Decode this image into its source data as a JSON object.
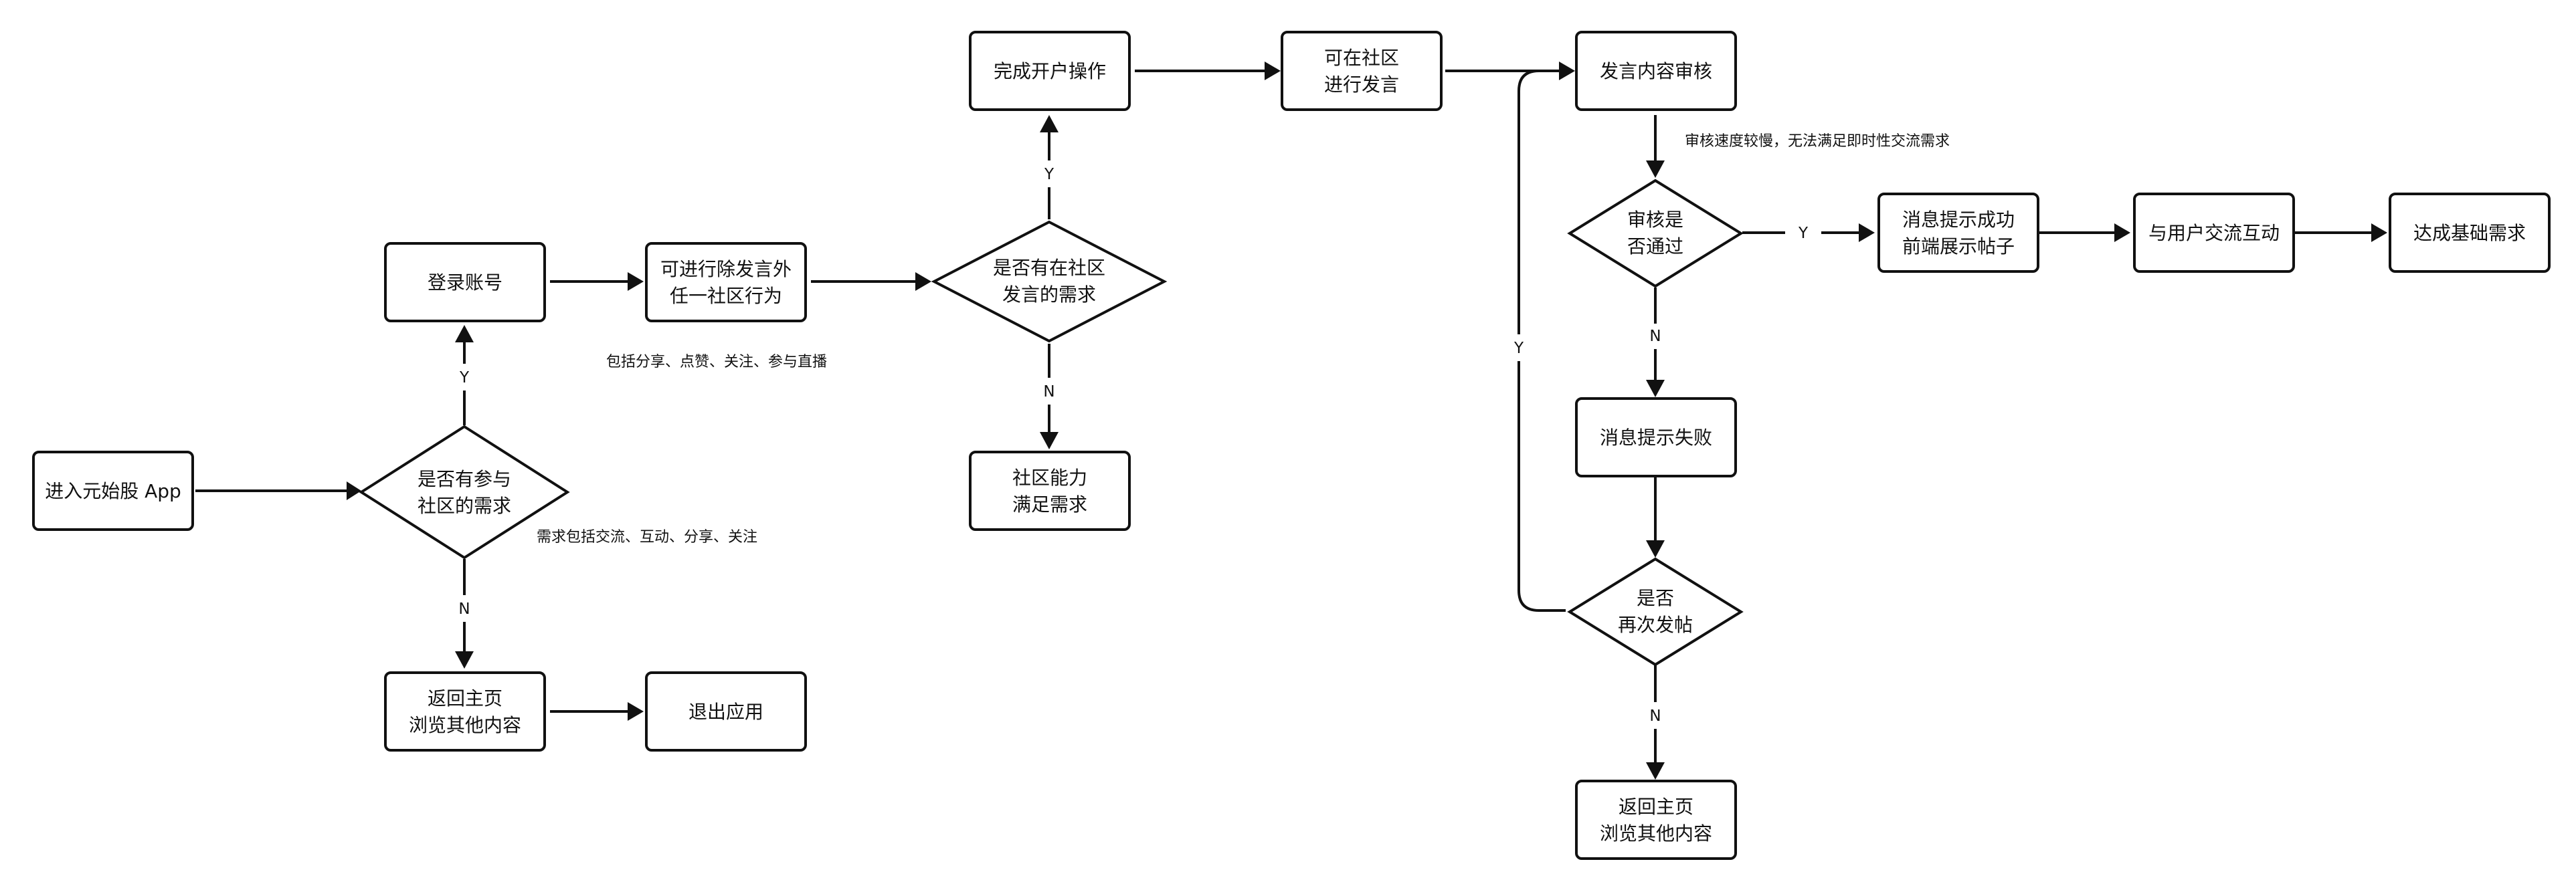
{
  "nodes": {
    "enter_app": "进入元始股 App",
    "need_participate": [
      "是否有参与",
      "社区的需求"
    ],
    "login": "登录账号",
    "non_post_actions": [
      "可进行除发言外",
      "任一社区行为"
    ],
    "need_post": [
      "是否有在社区",
      "发言的需求"
    ],
    "open_account": "完成开户操作",
    "can_post": [
      "可在社区",
      "进行发言"
    ],
    "community_ability": [
      "社区能力",
      "满足需求"
    ],
    "review": "发言内容审核",
    "review_passed": [
      "审核是",
      "否通过"
    ],
    "success_msg": [
      "消息提示成功",
      "前端展示帖子"
    ],
    "interact": "与用户交流互动",
    "goal": "达成基础需求",
    "fail_msg": "消息提示失败",
    "repost": [
      "是否",
      "再次发帖"
    ],
    "back_home_left": [
      "返回主页",
      "浏览其他内容"
    ],
    "exit_app": "退出应用",
    "back_home_right": [
      "返回主页",
      "浏览其他内容"
    ]
  },
  "notes": {
    "need_detail": "需求包括交流、互动、分享、关注",
    "actions_detail": "包括分享、点赞、关注、参与直播",
    "review_detail": "审核速度较慢，无法满足即时性交流需求"
  },
  "edge_labels": {
    "yes": "Y",
    "no": "N"
  }
}
